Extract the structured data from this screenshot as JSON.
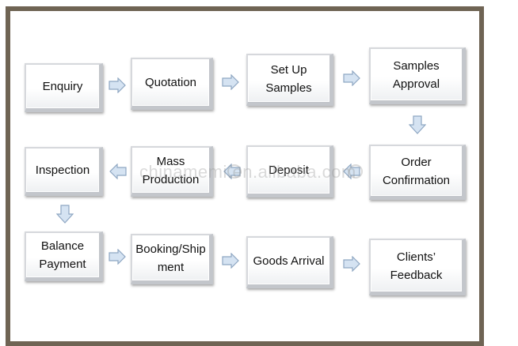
{
  "steps": {
    "enquiry": "Enquiry",
    "quotation": "Quotation",
    "setup_samples": [
      "Set Up",
      "Samples"
    ],
    "samples_approval": [
      "Samples",
      "Approval"
    ],
    "order_confirmation": [
      "Order",
      "Confirmation"
    ],
    "deposit": "Deposit",
    "mass_production": [
      "Mass",
      "Production"
    ],
    "inspection": "Inspection",
    "balance_payment": [
      "Balance",
      "Payment"
    ],
    "booking_shipment": [
      "Booking/Ship",
      "ment"
    ],
    "goods_arrival": "Goods Arrival",
    "clients_feedback": [
      "Clients’",
      "Feedback"
    ]
  },
  "watermark": "chinamemi.en.alibaba.com",
  "colors": {
    "frame": "#6f6454",
    "arrow_fill": "#d5e3f2",
    "arrow_stroke": "#8ea6c2"
  }
}
